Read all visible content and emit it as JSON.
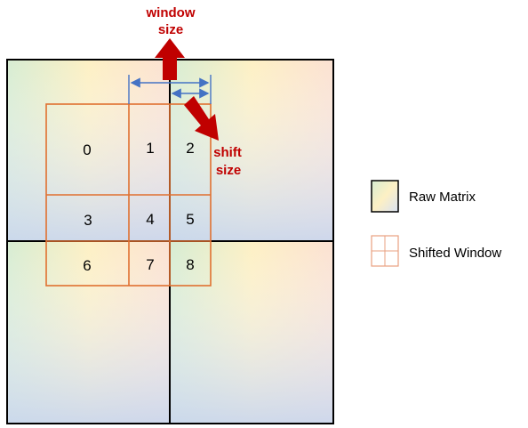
{
  "annotations": {
    "window_size_line1": "window",
    "window_size_line2": "size",
    "shift_size_line1": "shift",
    "shift_size_line2": "size"
  },
  "cells": [
    "0",
    "1",
    "2",
    "3",
    "4",
    "5",
    "6",
    "7",
    "8"
  ],
  "legend": {
    "raw_matrix": "Raw Matrix",
    "shifted_window": "Shifted Window"
  },
  "colors": {
    "annotation": "#c00000",
    "arrow": "#c00000",
    "window_border": "#e07030",
    "matrix_border": "#000000",
    "dimension_line": "#4472c4",
    "tint_green": "#d6ecd2",
    "tint_yellow": "#fdf0c4",
    "tint_orange": "#fbe1d2",
    "tint_blue": "#d9e2f3"
  }
}
